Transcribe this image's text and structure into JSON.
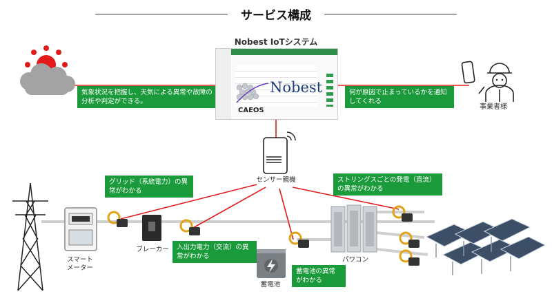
{
  "header": {
    "title": "サービス構成",
    "system_name": "Nobest IoTシステム"
  },
  "system_screen": {
    "logo_text": "Nobest",
    "caeos_text": "CAEOS"
  },
  "notes": {
    "weather": "気象状況を把握し、天気による異常や故障の分析や判定ができる。",
    "notify": "何が原因で止まっているかを通知してくれる",
    "grid": "グリッド（系統電力）の異常がわかる",
    "strings": "ストリングスごとの発電（直流）の異常がわかる",
    "io_power": "入出力電力（交流）の異常がわかる",
    "battery": "蓄電池の異常がわかる"
  },
  "labels": {
    "operator": "事業者様",
    "sensor_hub": "センサー親機",
    "smart_meter_l1": "スマート",
    "smart_meter_l2": "メーター",
    "breaker": "ブレーカー",
    "power_conditioner": "パワコン",
    "battery": "蓄電池"
  },
  "colors": {
    "accent_green": "#1a9a3a",
    "link_red": "#e01e1e",
    "wire_grey": "#cfcfcf"
  }
}
